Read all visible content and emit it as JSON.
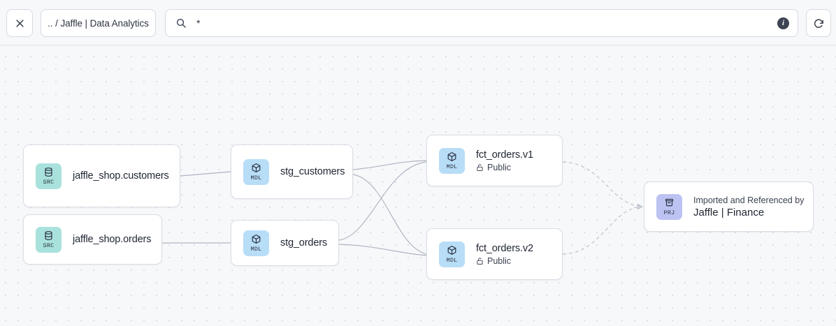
{
  "toolbar": {
    "close_label": "×",
    "close_icon": "close-icon",
    "breadcrumb": ".. / Jaffle | Data Analytics",
    "search": {
      "icon": "search-icon",
      "value": "*",
      "placeholder": "*",
      "info_icon": "info-icon",
      "info_label": "i"
    },
    "refresh_icon": "refresh-icon"
  },
  "graph": {
    "nodes": [
      {
        "id": "src-customers",
        "badge": "SRC",
        "badge_icon": "database-icon",
        "badge_color": "#a9e2dd",
        "title": "jaffle_shop.customers"
      },
      {
        "id": "src-orders",
        "badge": "SRC",
        "badge_icon": "database-icon",
        "badge_color": "#a9e2dd",
        "title": "jaffle_shop.orders"
      },
      {
        "id": "stg-customers",
        "badge": "MDL",
        "badge_icon": "cube-icon",
        "badge_color": "#b8ddf7",
        "title": "stg_customers"
      },
      {
        "id": "stg-orders",
        "badge": "MDL",
        "badge_icon": "cube-icon",
        "badge_color": "#b8ddf7",
        "title": "stg_orders"
      },
      {
        "id": "fct-orders-v1",
        "badge": "MDL",
        "badge_icon": "cube-icon",
        "badge_color": "#b8ddf7",
        "title": "fct_orders.v1",
        "subtitle": "Public",
        "subtitle_icon": "unlock-icon"
      },
      {
        "id": "fct-orders-v2",
        "badge": "MDL",
        "badge_icon": "cube-icon",
        "badge_color": "#b8ddf7",
        "title": "fct_orders.v2",
        "subtitle": "Public",
        "subtitle_icon": "unlock-icon"
      },
      {
        "id": "prj-jaffle-finance",
        "badge": "PRJ",
        "badge_icon": "archive-box-icon",
        "badge_color": "#bcc3f2",
        "overline": "Imported and Referenced by",
        "title": "Jaffle | Finance"
      }
    ],
    "edge_color": "#aeb4c0",
    "dashed_edge_color": "#b9bfca"
  },
  "colors": {
    "canvas_bg": "#f7f8fa",
    "node_bg": "#ffffff",
    "node_border": "#d9dde3",
    "text": "#1f2531",
    "src_badge": "#a9e2dd",
    "mdl_badge": "#b8ddf7",
    "prj_badge": "#bcc3f2"
  }
}
